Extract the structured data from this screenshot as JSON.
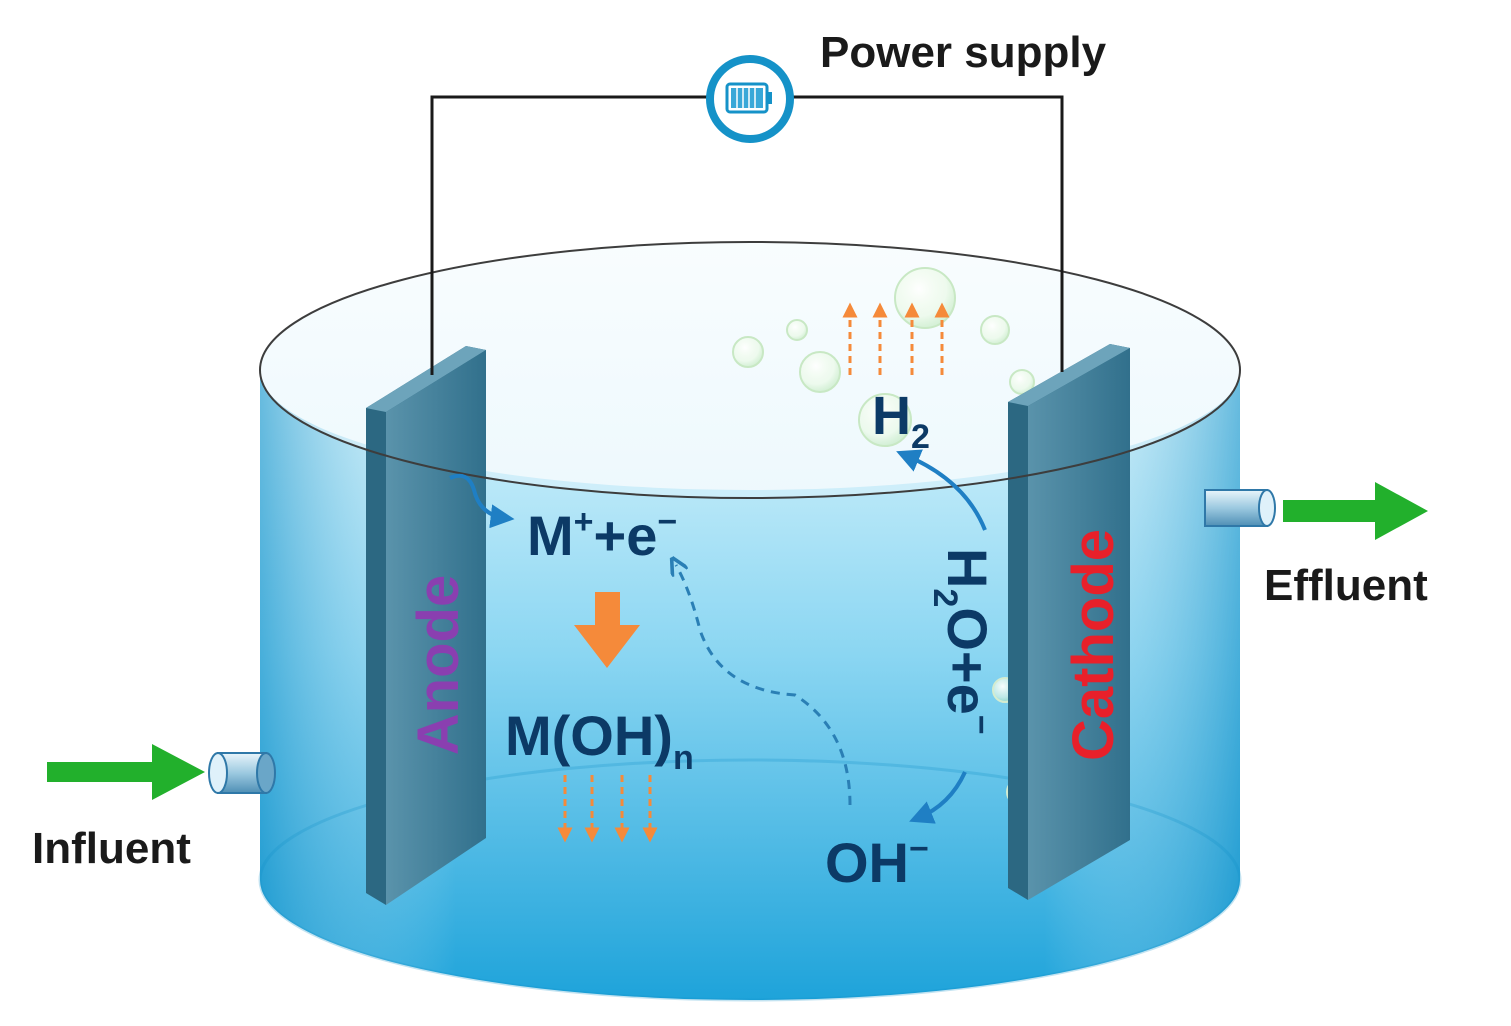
{
  "power_supply_label": "Power supply",
  "anode_label": "Anode",
  "cathode_label": "Cathode",
  "influent_label": "Influent",
  "effluent_label": "Effluent",
  "reactions": {
    "anode_product": {
      "main": "M",
      "sup1": "+",
      "mid": "+e",
      "sup2": "−"
    },
    "precipitate": {
      "main": "M(OH)",
      "sub": "n"
    },
    "hydrogen": {
      "main": "H",
      "sub": "2"
    },
    "water_reduction": {
      "h": "H",
      "sub": "2",
      "rest": "O+e",
      "sup": "−"
    },
    "hydroxide": {
      "main": "OH",
      "sup": "−"
    }
  },
  "colors": {
    "water_light": "#c6eefa",
    "water_dark": "#1fa6dc",
    "electrode": "#3f7f9a",
    "formula_text": "#0c3a66",
    "anode_text": "#8a3fb0",
    "cathode_text": "#e8202a",
    "flow_arrow": "#22b02c",
    "orange_arrow": "#f58a3a",
    "blue_arrow": "#1f7fc4",
    "wire": "#1a1a1a",
    "power_ring": "#1592c8"
  },
  "icons": {
    "power_supply": "battery-icon"
  }
}
